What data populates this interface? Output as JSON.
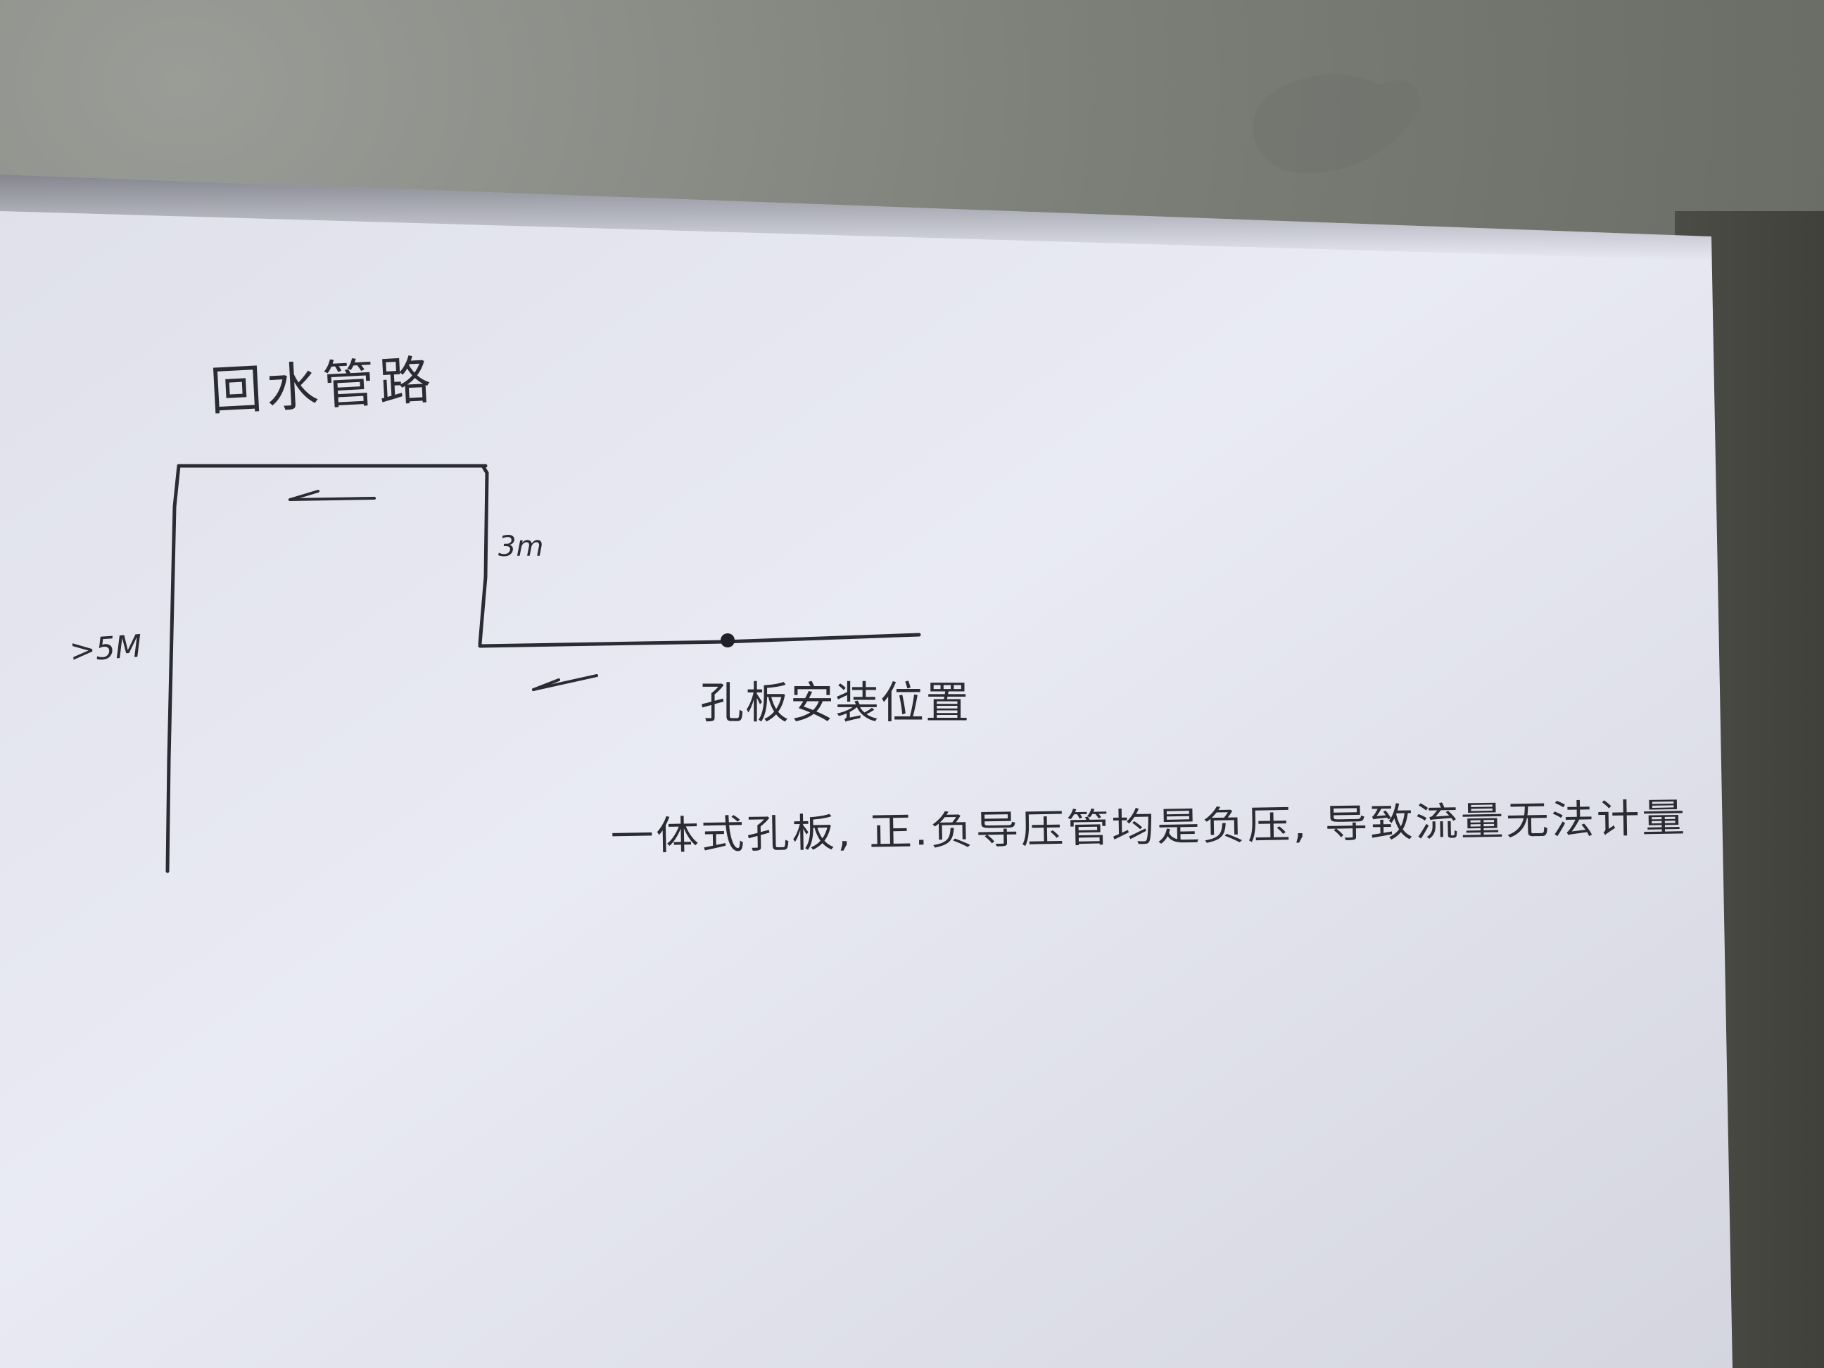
{
  "diagram": {
    "title": "回水管路",
    "labels": {
      "left_height": ">5M",
      "riser_height": "3m",
      "install_position": "孔板安装位置"
    },
    "note": "一体式孔板, 正.负导压管均是负压, 导致流量无法计量"
  },
  "colors": {
    "ink": "#2a2b33",
    "paper": "#e8e9f3",
    "background": "#7c7e78"
  }
}
